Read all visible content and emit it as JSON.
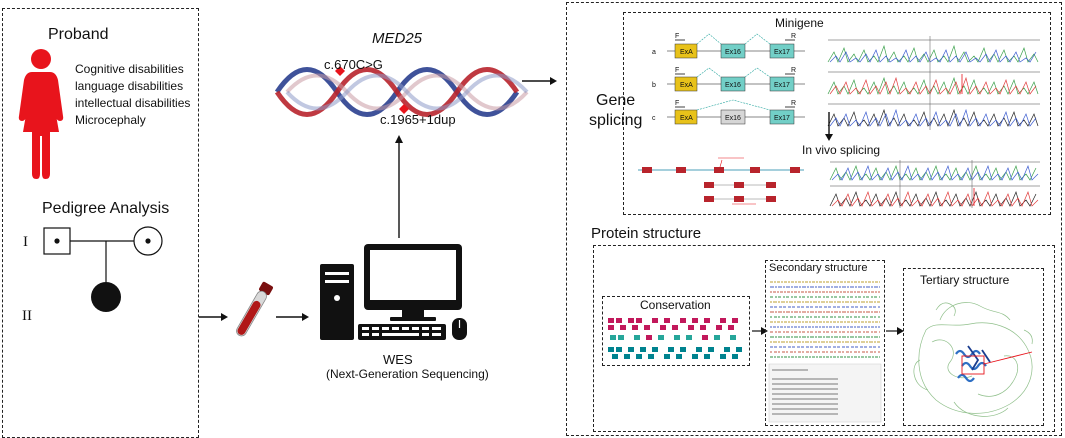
{
  "proband": {
    "title": "Proband",
    "symptoms": [
      "Cognitive disabilities",
      "language disabilities",
      "intellectual disabilities",
      "Microcephaly"
    ]
  },
  "pedigree": {
    "title": "Pedigree Analysis",
    "generations": [
      "I",
      "II"
    ]
  },
  "gene": {
    "name": "MED25",
    "variant_1": "c.670C>G",
    "variant_2": "c.1965+1dup"
  },
  "wes": {
    "label": "WES",
    "sublabel": "(Next-Generation Sequencing)"
  },
  "gene_splicing": {
    "title_line1": "Gene",
    "title_line2": "splicing",
    "minigene": {
      "title": "Minigene",
      "rows": [
        {
          "letter": "a",
          "exons": [
            "ExA",
            "Ex16",
            "Ex17"
          ]
        },
        {
          "letter": "b",
          "exons": [
            "ExA",
            "Ex16",
            "Ex17"
          ]
        },
        {
          "letter": "c",
          "exons": [
            "ExA",
            "Ex16",
            "Ex17"
          ]
        }
      ],
      "primer_forward": "F",
      "primer_reverse": "R"
    },
    "in_vivo": {
      "title": "In vivo splicing"
    }
  },
  "protein": {
    "title": "Protein structure",
    "conservation": "Conservation",
    "secondary": "Secondary structure",
    "tertiary": "Tertiary structure"
  },
  "colors": {
    "female_red": "#e8141c",
    "exA_yellow": "#e8c21a",
    "exon_teal": "#72cfc7",
    "exon_gray": "#d6d6d6",
    "dna_red": "#b8242c",
    "dna_blue": "#2a3f8f",
    "blood_red": "#b01818"
  }
}
